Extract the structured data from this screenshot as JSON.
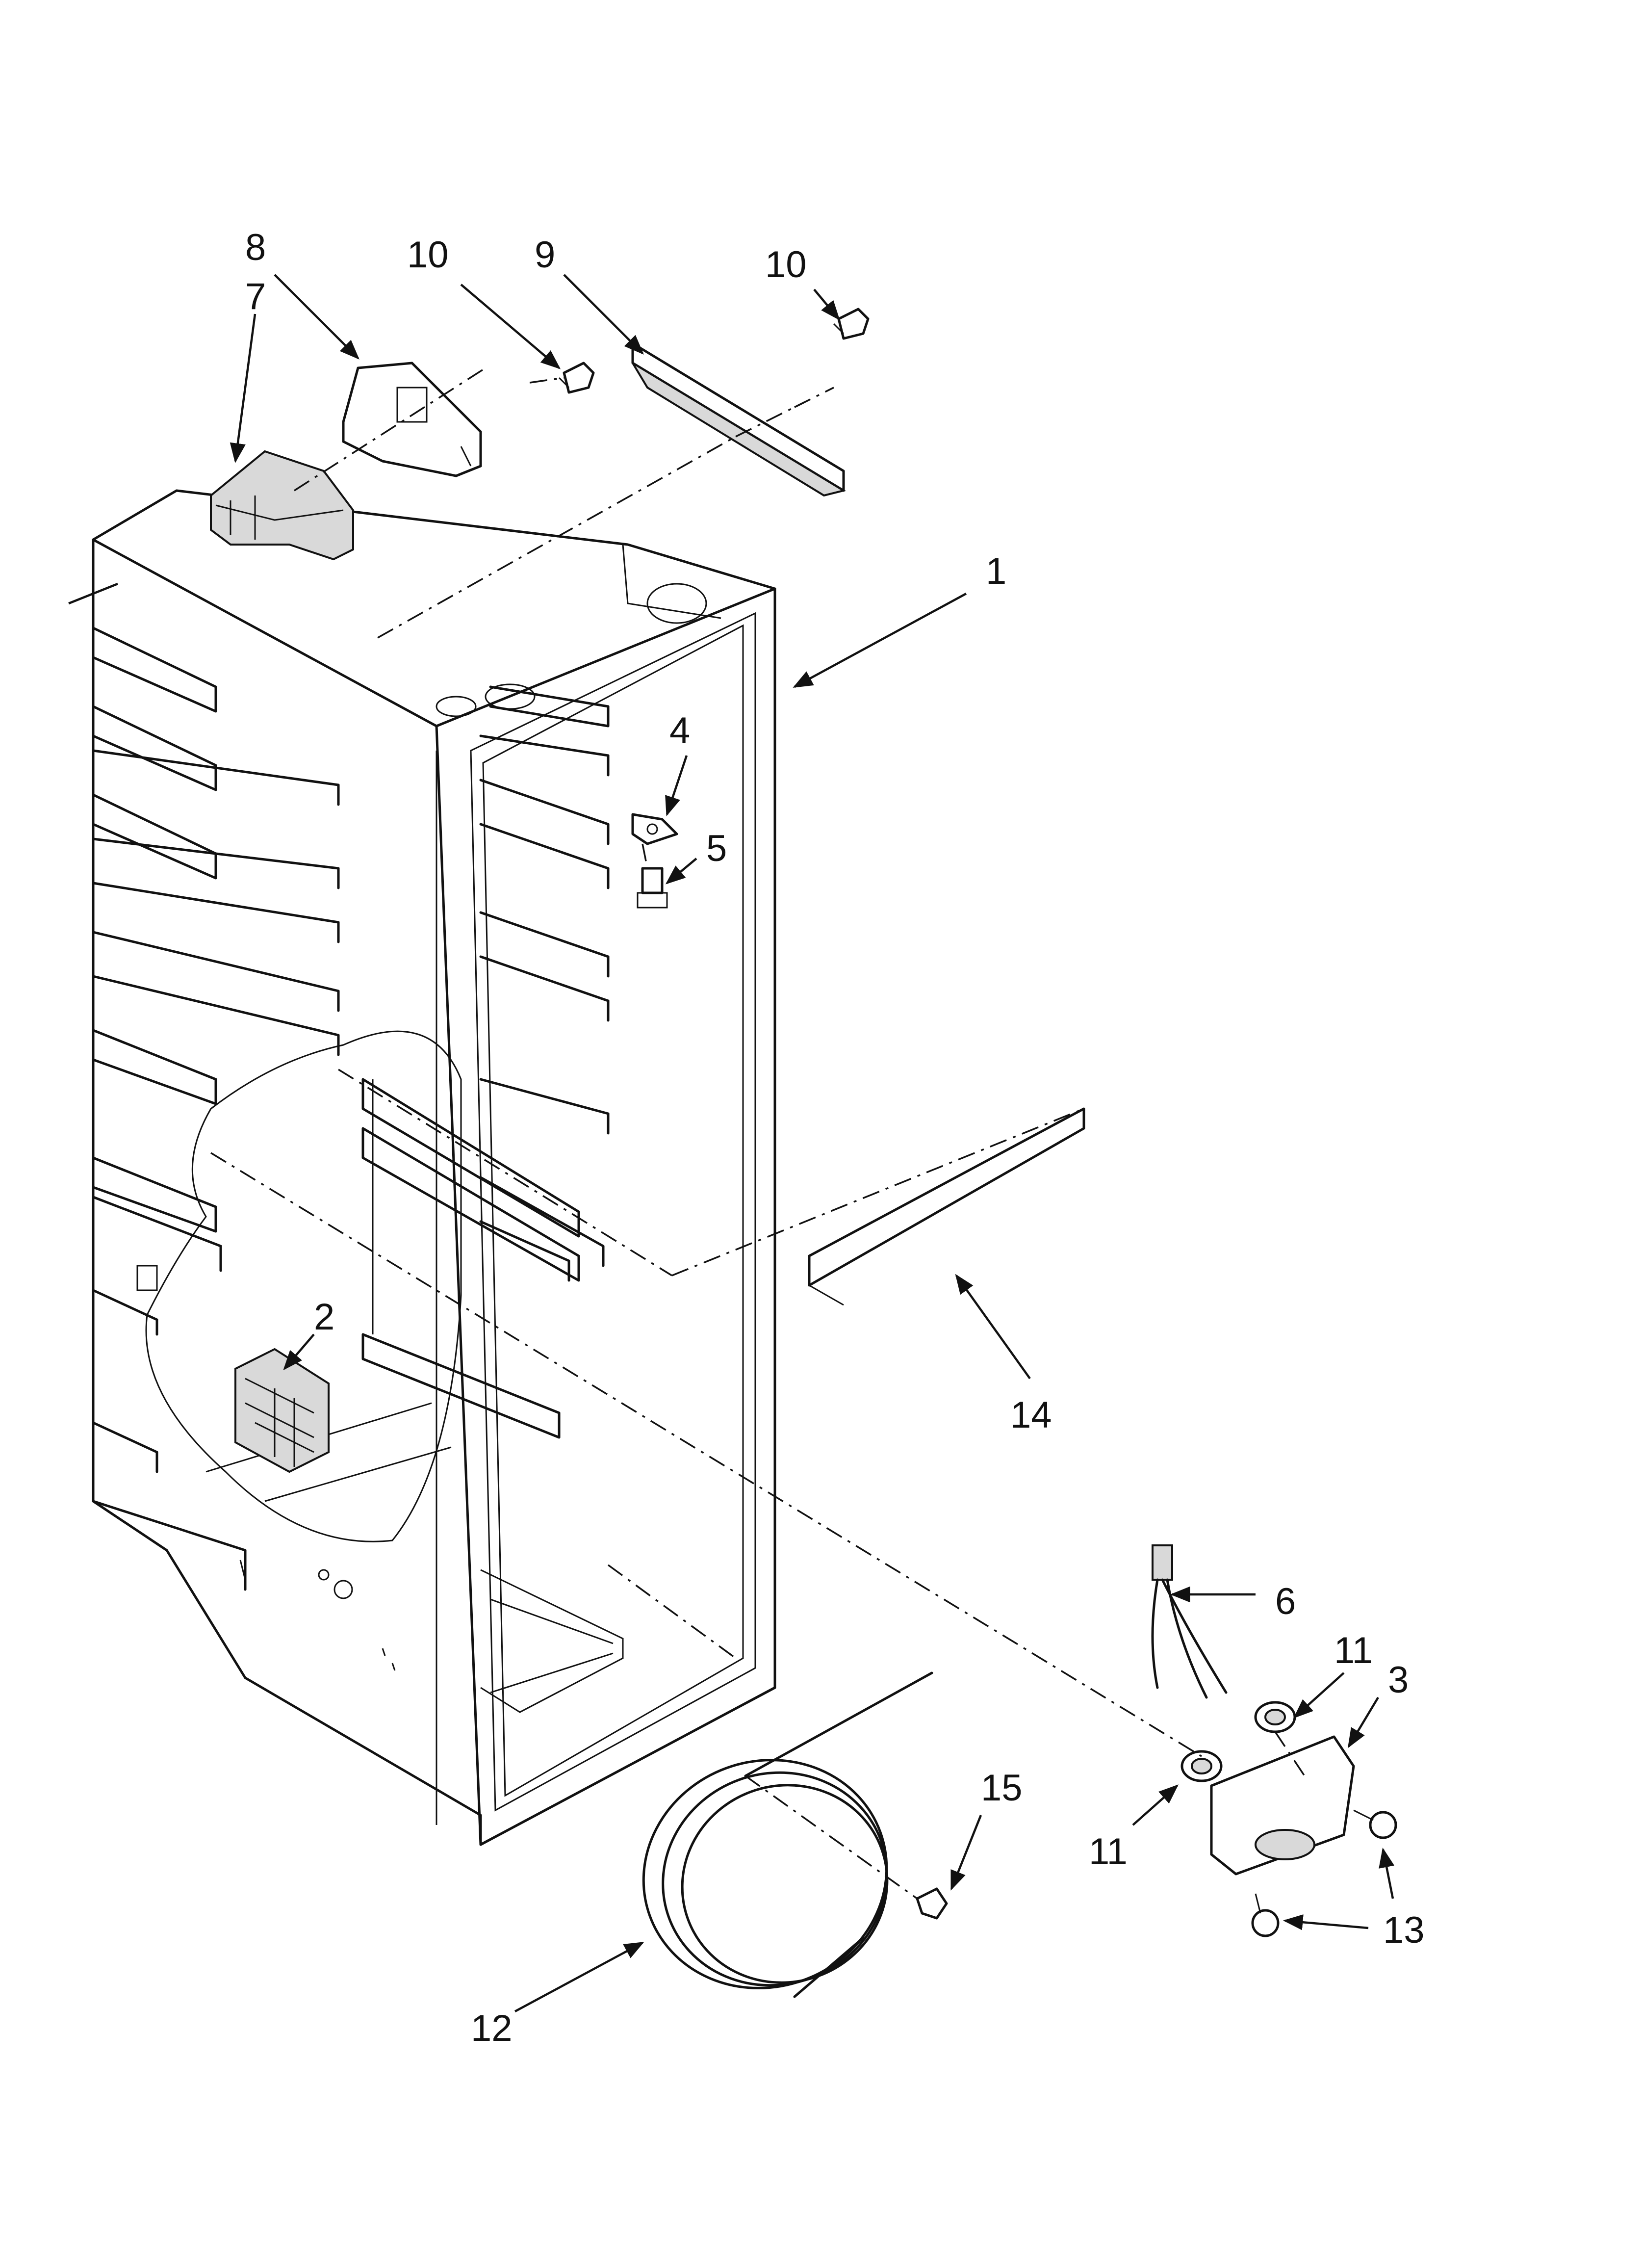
{
  "callouts": [
    {
      "id": "1",
      "label": "1"
    },
    {
      "id": "2",
      "label": "2"
    },
    {
      "id": "3",
      "label": "3"
    },
    {
      "id": "4",
      "label": "4"
    },
    {
      "id": "5",
      "label": "5"
    },
    {
      "id": "6",
      "label": "6"
    },
    {
      "id": "7",
      "label": "7"
    },
    {
      "id": "8",
      "label": "8"
    },
    {
      "id": "9",
      "label": "9"
    },
    {
      "id": "10a",
      "label": "10"
    },
    {
      "id": "10b",
      "label": "10"
    },
    {
      "id": "11a",
      "label": "11"
    },
    {
      "id": "11b",
      "label": "11"
    },
    {
      "id": "12",
      "label": "12"
    },
    {
      "id": "13",
      "label": "13"
    },
    {
      "id": "14",
      "label": "14"
    },
    {
      "id": "15",
      "label": "15"
    }
  ]
}
